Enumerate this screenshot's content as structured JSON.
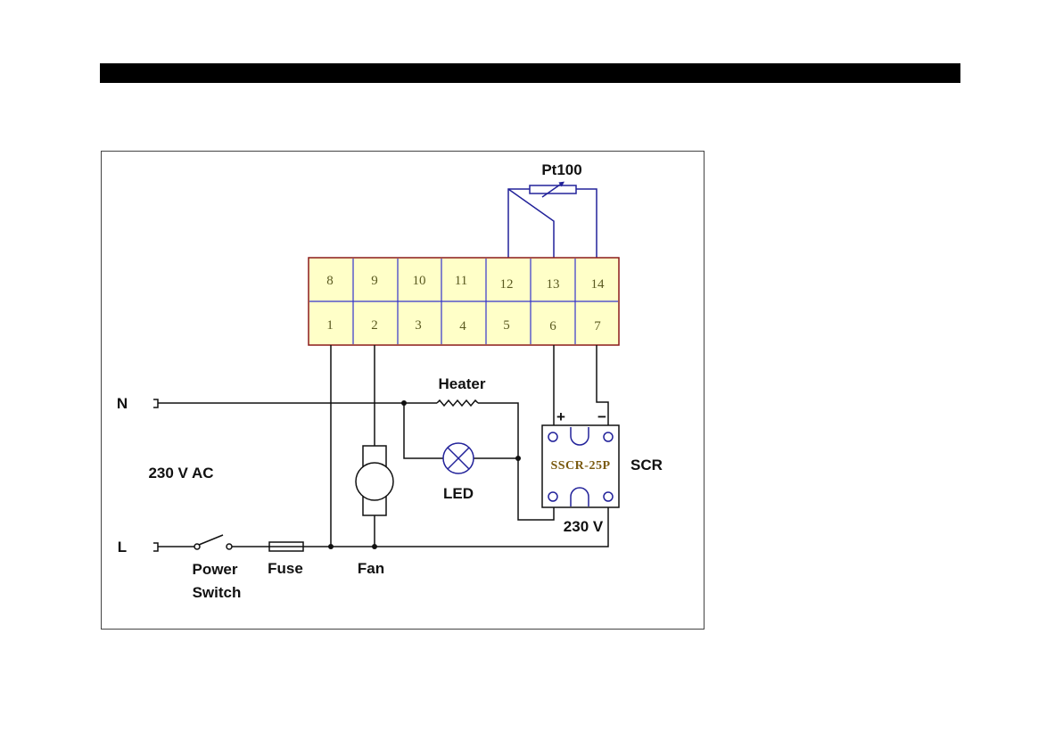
{
  "diagram": {
    "sensor_label": "Pt100",
    "terminal_block": {
      "top_row": [
        "8",
        "9",
        "10",
        "11",
        "12",
        "13",
        "14"
      ],
      "bottom_row": [
        "1",
        "2",
        "3",
        "4",
        "5",
        "6",
        "7"
      ]
    },
    "supply": {
      "neutral": "N",
      "line": "L",
      "voltage": "230 V AC"
    },
    "components": {
      "heater": "Heater",
      "led": "LED",
      "fan": "Fan",
      "fuse": "Fuse",
      "power_switch": [
        "Power",
        "Switch"
      ],
      "ssr_model": "SSCR-25P",
      "ssr_label": "SCR",
      "ssr_plus": "+",
      "ssr_minus": "−",
      "ssr_load_voltage": "230 V"
    }
  },
  "colors": {
    "wire": "#111111",
    "wire_blue": "#22229A",
    "terminal_fill": "#FFFFC8",
    "terminal_border": "#8B1A1A",
    "terminal_grid": "#3333CC",
    "terminal_text": "#5A5A20",
    "ssr_text": "#7A5A10",
    "header_bar": "#000000",
    "frame": "#444444"
  }
}
